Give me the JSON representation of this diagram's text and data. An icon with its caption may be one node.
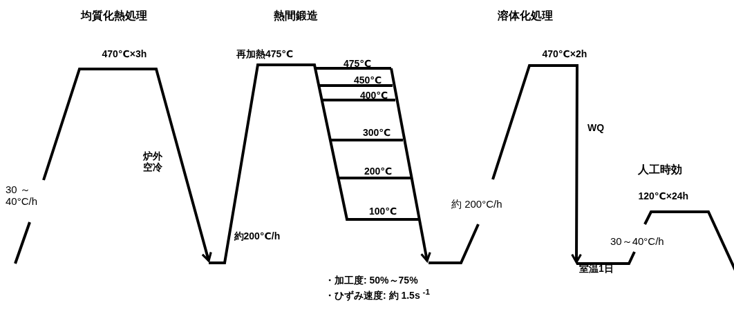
{
  "diagram": {
    "labels": [
      "均質化熱処理",
      "熱間鍛造",
      "溶体化処理",
      "470℃×3h",
      "再加熱475℃",
      "475℃",
      "470℃×2h",
      "450℃",
      "400℃",
      "WQ",
      "炉外空冷",
      "300℃",
      "人工時効",
      "30 ～40°C/h",
      "200℃",
      "約 200°C/h",
      "120℃×24h",
      "100℃",
      "約200℃/h",
      "30～40°C/h",
      "室温1日",
      "・加工度: 50%～75%",
      "・ひずみ速度: 約 1.5s $^{-1}$"
    ]
  }
}
